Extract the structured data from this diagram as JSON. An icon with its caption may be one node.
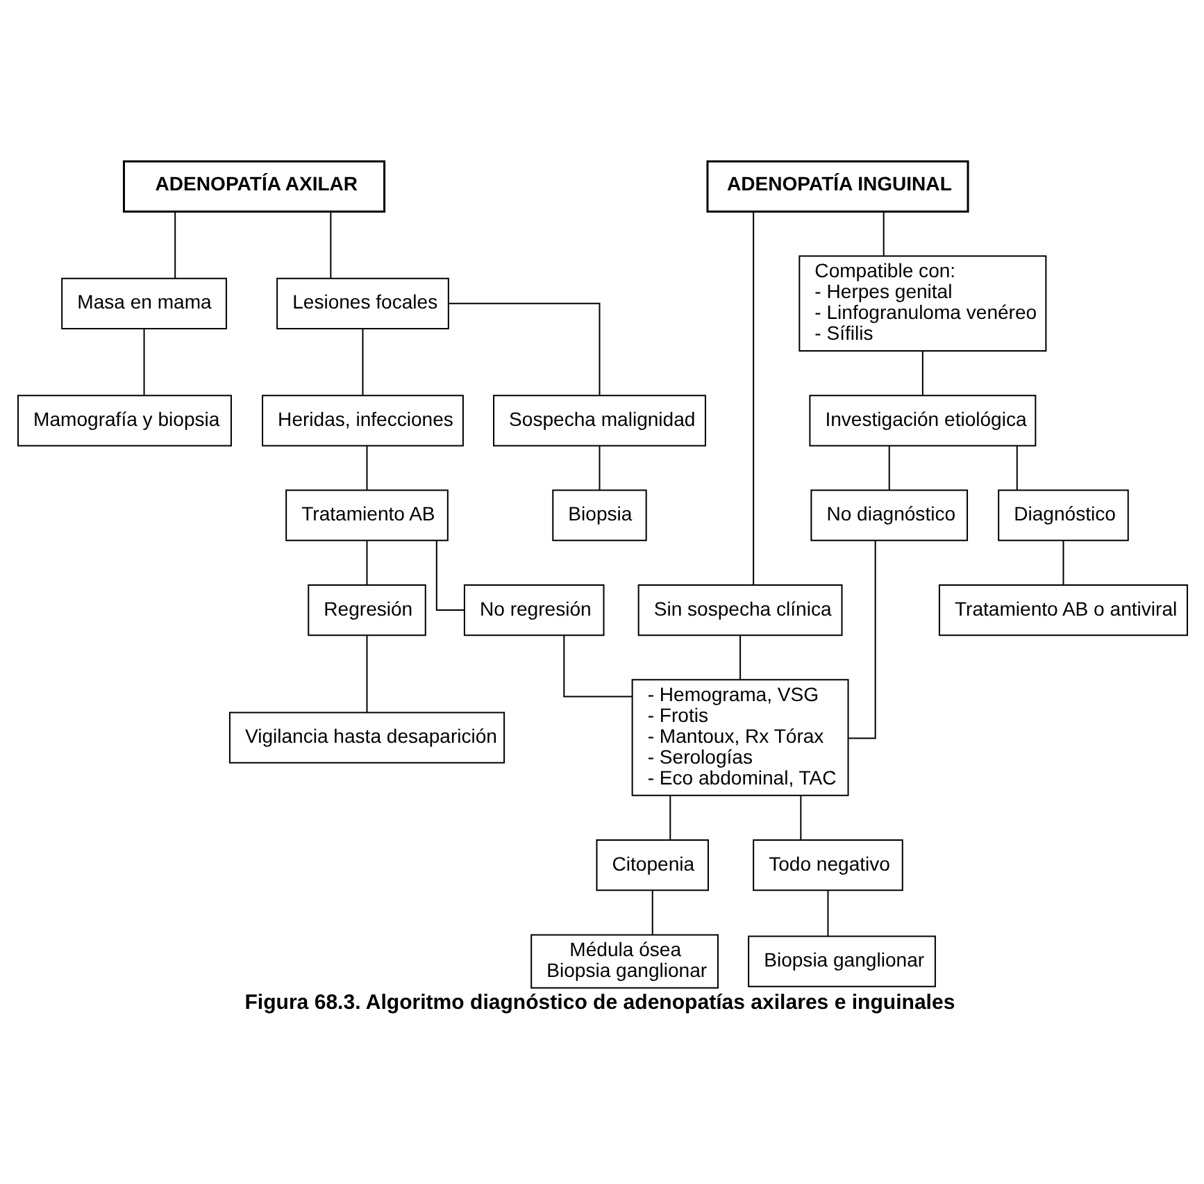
{
  "diagram": {
    "caption": "Figura 68.3. Algoritmo diagnóstico de adenopatías axilares e inguinales",
    "nodes": [
      {
        "text": [
          "ADENOPATÍA AXILAR"
        ]
      },
      {
        "text": [
          "ADENOPATÍA INGUINAL"
        ]
      },
      {
        "text": [
          "Masa en mama"
        ]
      },
      {
        "text": [
          "Lesiones focales"
        ]
      },
      {
        "text": [
          "Sin sospecha clínica"
        ]
      },
      {
        "text": [
          "Compatible con:",
          "- Herpes genital",
          "- Linfogranuloma venéreo",
          "- Sífilis"
        ]
      },
      {
        "text": [
          "Mamografía y biopsia"
        ]
      },
      {
        "text": [
          "Heridas, infecciones"
        ]
      },
      {
        "text": [
          "Sospecha malignidad"
        ]
      },
      {
        "text": [
          "Tratamiento AB"
        ]
      },
      {
        "text": [
          "Biopsia"
        ]
      },
      {
        "text": [
          "Investigación etiológica"
        ]
      },
      {
        "text": [
          "Regresión"
        ]
      },
      {
        "text": [
          "No regresión"
        ]
      },
      {
        "text": [
          "No diagnóstico"
        ]
      },
      {
        "text": [
          "Diagnóstico"
        ]
      },
      {
        "text": [
          "Vigilancia hasta desaparición"
        ]
      },
      {
        "text": [
          "- Hemograma, VSG",
          "- Frotis",
          "- Mantoux, Rx Tórax",
          "- Serologías",
          "- Eco abdominal, TAC"
        ]
      },
      {
        "text": [
          "Tratamiento AB o antiviral"
        ]
      },
      {
        "text": [
          "Citopenia"
        ]
      },
      {
        "text": [
          "Todo negativo"
        ]
      },
      {
        "text": [
          "Médula ósea",
          "Biopsia ganglionar"
        ]
      },
      {
        "text": [
          "Biopsia ganglionar"
        ]
      }
    ],
    "edges": [
      {
        "from": 0,
        "to": 2,
        "arrow": "none"
      },
      {
        "from": 0,
        "to": 3,
        "arrow": "none"
      },
      {
        "from": 1,
        "to": 4,
        "arrow": "none"
      },
      {
        "from": 1,
        "to": 5,
        "arrow": "none"
      },
      {
        "from": 2,
        "to": 6,
        "arrow": "none"
      },
      {
        "from": 3,
        "to": 7,
        "arrow": "none"
      },
      {
        "from": 3,
        "to": 8,
        "arrow": "none"
      },
      {
        "from": 7,
        "to": 9,
        "arrow": "none"
      },
      {
        "from": 8,
        "to": 10,
        "arrow": "none"
      },
      {
        "from": 5,
        "to": 11,
        "arrow": "none"
      },
      {
        "from": 9,
        "to": 12,
        "arrow": "none"
      },
      {
        "from": 9,
        "to": 13,
        "arrow": "none"
      },
      {
        "from": 11,
        "to": 14,
        "arrow": "none"
      },
      {
        "from": 11,
        "to": 15,
        "arrow": "none"
      },
      {
        "from": 12,
        "to": 16,
        "arrow": "none"
      },
      {
        "from": 13,
        "to": 17,
        "arrow": "none"
      },
      {
        "from": 4,
        "to": 17,
        "arrow": "none"
      },
      {
        "from": 14,
        "to": 17,
        "arrow": "none"
      },
      {
        "from": 15,
        "to": 18,
        "arrow": "none"
      },
      {
        "from": 17,
        "to": 19,
        "arrow": "none"
      },
      {
        "from": 17,
        "to": 20,
        "arrow": "none"
      },
      {
        "from": 19,
        "to": 21,
        "arrow": "none"
      },
      {
        "from": 20,
        "to": 22,
        "arrow": "none"
      }
    ]
  }
}
